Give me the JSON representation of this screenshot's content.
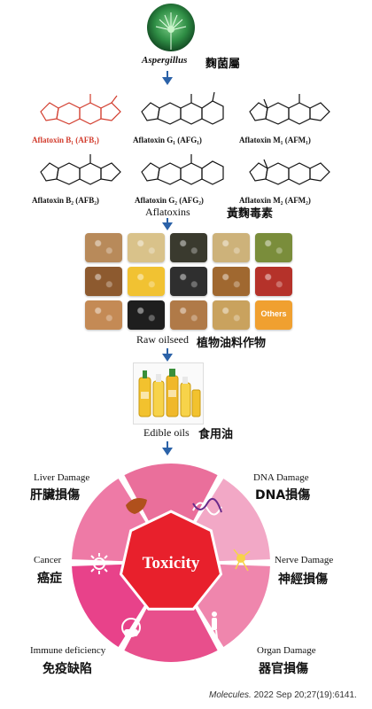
{
  "aspergillus": {
    "latin": "Aspergillus",
    "chinese": "麴菌屬"
  },
  "aflatoxins": {
    "items": [
      {
        "name": "Aflatoxin B₁ (AFB₁)",
        "color": "#d23b2c"
      },
      {
        "name": "Aflatoxin G₁ (AFG₁)",
        "color": "#111111"
      },
      {
        "name": "Aflatoxin M₁ (AFM₁)",
        "color": "#111111"
      },
      {
        "name": "Aflatoxin B₂ (AFB₂)",
        "color": "#111111"
      },
      {
        "name": "Aflatoxin G₂ (AFG₂)",
        "color": "#111111"
      },
      {
        "name": "Aflatoxin M₂ (AFM₂)",
        "color": "#111111"
      }
    ],
    "label_en": "Aflatoxins",
    "label_zh": "黃麴毒素"
  },
  "oilseed": {
    "tiles": [
      {
        "icon": "peanut",
        "color": "#b88a5a"
      },
      {
        "icon": "chickpea",
        "color": "#d9c28a"
      },
      {
        "icon": "sunflower",
        "color": "#3a3a2e"
      },
      {
        "icon": "grain",
        "color": "#cdb27a"
      },
      {
        "icon": "olive",
        "color": "#7a8d3b"
      },
      {
        "icon": "coconut",
        "color": "#8d5a2f"
      },
      {
        "icon": "corn",
        "color": "#f1c232"
      },
      {
        "icon": "sunflower-seed",
        "color": "#2f2f2f"
      },
      {
        "icon": "hazelnut",
        "color": "#a06830"
      },
      {
        "icon": "palm",
        "color": "#b5322a"
      },
      {
        "icon": "almond",
        "color": "#c48a55"
      },
      {
        "icon": "pepper",
        "color": "#1e1e1e"
      },
      {
        "icon": "walnut",
        "color": "#b07a48"
      },
      {
        "icon": "rapeseed",
        "color": "#c9a25e"
      },
      {
        "icon": "others",
        "color": "#f0a030",
        "label": "Others"
      }
    ],
    "label_en": "Raw oilseed",
    "label_zh": "植物油料作物"
  },
  "oils": {
    "label_en": "Edible oils",
    "label_zh": "食用油"
  },
  "toxicity": {
    "center": "Toxicity",
    "segments": [
      {
        "en": "Liver Damage",
        "zh": "肝臟損傷",
        "color": "#ea6f9b",
        "icon": "liver-icon"
      },
      {
        "en": "DNA Damage",
        "zh": "DNA損傷",
        "color": "#f2a8c6",
        "icon": "dna-icon"
      },
      {
        "en": "Nerve Damage",
        "zh": "神經損傷",
        "color": "#ef86ad",
        "icon": "neuron-icon"
      },
      {
        "en": "Organ Damage",
        "zh": "器官損傷",
        "color": "#e84f8c",
        "icon": "body-icon"
      },
      {
        "en": "Immune deficiency",
        "zh": "免疫缺陷",
        "color": "#e8428a",
        "icon": "mask-icon"
      },
      {
        "en": "Cancer",
        "zh": "癌症",
        "color": "#ee7aa6",
        "icon": "virus-icon"
      }
    ]
  },
  "citation": {
    "journal": "Molecules.",
    "rest": "2022 Sep 20;27(19):6141."
  }
}
